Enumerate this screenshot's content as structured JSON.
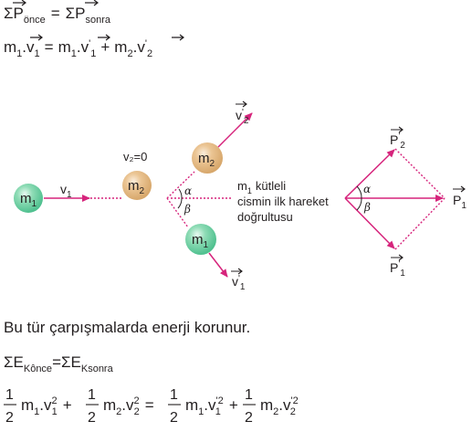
{
  "colors": {
    "arrow": "#d6247c",
    "text": "#231f20",
    "ball_green": "#4fc08f",
    "ball_tan": "#d7a76b"
  },
  "equations": {
    "momentum_sum": {
      "sigma": "Σ",
      "p": "P",
      "before_sub": "önce",
      "equals": "=",
      "after_sub": "sonra"
    },
    "momentum_terms": {
      "m": "m",
      "one": "1",
      "two": "2",
      "v": "v",
      "dot": ".",
      "prime": "'",
      "equals": "=",
      "plus": "+"
    },
    "energy_sum": {
      "sigma": "Σ",
      "e": "E",
      "before_sub": "Kônce",
      "equals": "=",
      "after_sub": "Ksonra"
    },
    "energy_terms": {
      "one": "1",
      "two": "2",
      "half_num": "1",
      "half_den": "2",
      "m": "m",
      "v": "v",
      "dot": ".",
      "prime": "'",
      "plus": "+",
      "equals": "="
    }
  },
  "diagram": {
    "ball_m1_letter": "m",
    "ball_m1_sub": "1",
    "ball_m2_letter": "m",
    "ball_m2_sub": "2",
    "v_letter": "v",
    "v1_sub": "1",
    "v2_zero": "v₂=0",
    "v2_prime_sub": "2",
    "v1_prime_sub": "1",
    "prime": "'",
    "alpha": "α",
    "beta": "β",
    "motion_line_note": [
      "kütleli",
      "cismin ilk hareket",
      "doğrultusu"
    ],
    "vector_p": "P",
    "p1_sub": "1",
    "p2_sub": "2"
  },
  "statement": "Bu tür çarpışmalarda enerji korunur."
}
